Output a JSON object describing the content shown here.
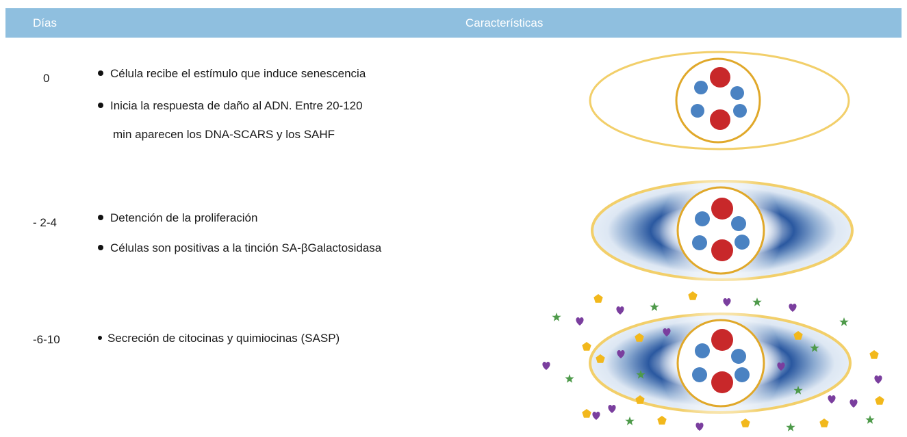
{
  "header": {
    "days_label": "Días",
    "characteristics_label": "Características"
  },
  "stages": [
    {
      "day": "0",
      "bullets": [
        "Célula recibe el estímulo que induce senescencia",
        "Inicia la respuesta de daño al ADN. Entre 20-120"
      ],
      "continuation": "min aparecen los DNA-SCARS y los SAHF"
    },
    {
      "day": "- 2-4",
      "bullets": [
        "Detención de la proliferación",
        "Células son positivas a la tinción SA-βGalactosidasa"
      ]
    },
    {
      "day": "-6-10",
      "bullets": [
        "Secreción de citocinas y quimiocinas (SASP)"
      ]
    }
  ],
  "colors": {
    "header_bg": "#8fbfdf",
    "membrane": "#f2cf6a",
    "nucleus_border": "#e0a82a",
    "red_body": "#c8282a",
    "blue_body": "#4a82c2",
    "cytoplasm_dark": "#1f4a93",
    "sasp_pentagon": "#f2b81c",
    "sasp_heart": "#7a3e9e",
    "sasp_star": "#4e9a4a"
  }
}
